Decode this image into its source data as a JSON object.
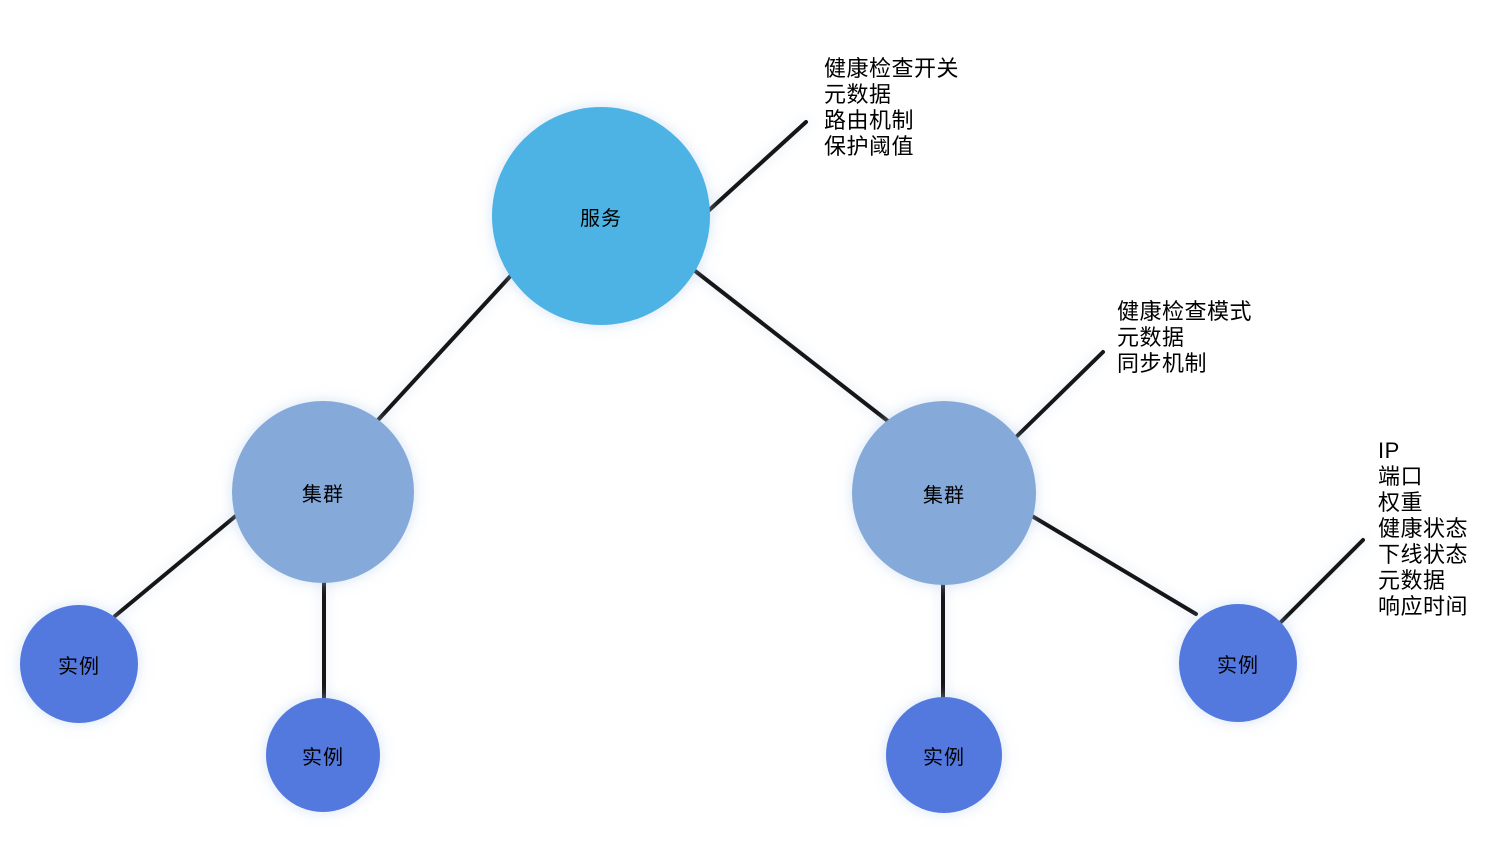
{
  "diagram": {
    "background": "#ffffff",
    "line_color": "#161616",
    "text_color": "#000000",
    "nodes": {
      "service": {
        "label": "服务",
        "color": "#4db3e4"
      },
      "cluster_left": {
        "label": "集群",
        "color": "#85a9d9"
      },
      "cluster_right": {
        "label": "集群",
        "color": "#85a9d9"
      },
      "instance_left": {
        "label": "实例",
        "color": "#5379df"
      },
      "instance_left_2": {
        "label": "实例",
        "color": "#5379df"
      },
      "instance_middle": {
        "label": "实例",
        "color": "#5379df"
      },
      "instance_right": {
        "label": "实例",
        "color": "#5379df"
      }
    },
    "annotations": {
      "service_props": "健康检查开关\n元数据\n路由机制\n保护阈值",
      "cluster_props": "健康检查模式\n元数据\n同步机制",
      "instance_props": "IP\n端口\n权重\n健康状态\n下线状态\n元数据\n响应时间"
    }
  }
}
